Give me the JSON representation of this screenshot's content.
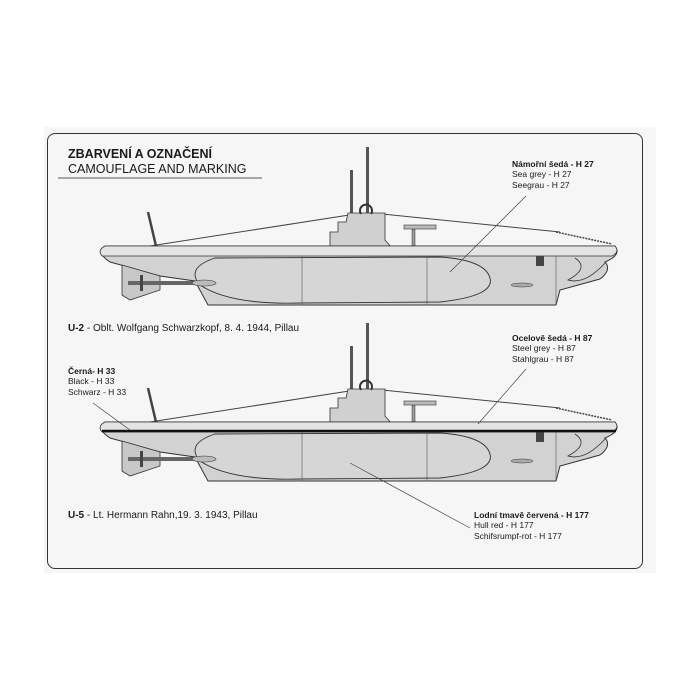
{
  "title": {
    "czech": "ZBARVENÍ A OZNAČENÍ",
    "english": "CAMOUFLAGE AND MARKING"
  },
  "colors": [
    {
      "czech": "Námořní šedá - H 27",
      "english": "Sea grey - H 27",
      "german": "Seegrau - H 27"
    },
    {
      "czech": "Ocelově šedá - H 87",
      "english": "Steel grey - H 87",
      "german": "Stahlgrau - H 87"
    },
    {
      "czech": "Černá- H 33",
      "english": "Black - H 33",
      "german": "Schwarz - H 33"
    },
    {
      "czech": "Lodní tmavě červená - H 177",
      "english": "Hull red - H 177",
      "german": "Schifsrumpf-rot - H 177"
    }
  ],
  "subs": [
    {
      "id": "U-2",
      "desc": " - Oblt. Wolfgang Schwarzkopf, 8. 4. 1944, Pillau"
    },
    {
      "id": "U-5",
      "desc": " - Lt. Hermann Rahn,19. 3. 1943, Pillau"
    }
  ],
  "palette": {
    "hull": "#d2d2d2",
    "deck": "#e6e6e6",
    "line": "#333333"
  }
}
